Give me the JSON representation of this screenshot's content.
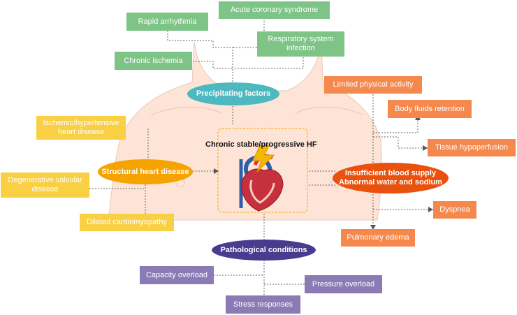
{
  "colors": {
    "green": "#7dc486",
    "yellow": "#f9cf43",
    "orange": "#f5894d",
    "purple": "#8b7bb5",
    "teal": "#4db8bf",
    "amber": "#f5a300",
    "red_orange": "#e8520e",
    "indigo": "#4a3b8f",
    "skin": "#fde4d6"
  },
  "precipitating": {
    "title": "Precipitating factors",
    "items": [
      "Rapid arrhythmia",
      "Acute coronary syndrome",
      "Respiratory system infection",
      "Chronic ischemia"
    ]
  },
  "structural": {
    "title": "Structural heart disease",
    "items": [
      "Ischemic/hypertensive heart disease",
      "Degenerative valvular disease",
      "Dilated cardiomyopathy"
    ]
  },
  "center": {
    "title": "Chronic stable/progressive HF",
    "icon": "heart-icon"
  },
  "insufficient": {
    "title": "Insufficient blood supply\nAbnormal  water and sodium",
    "items": [
      "Limited physical activity",
      "Body fluids retention",
      "Tissue hypoperfusion",
      "Dyspnea",
      "Pulmonary edema"
    ]
  },
  "pathological": {
    "title": "Pathological conditions",
    "items": [
      "Capacity overload",
      "Pressure overload",
      "Stress responses"
    ]
  }
}
